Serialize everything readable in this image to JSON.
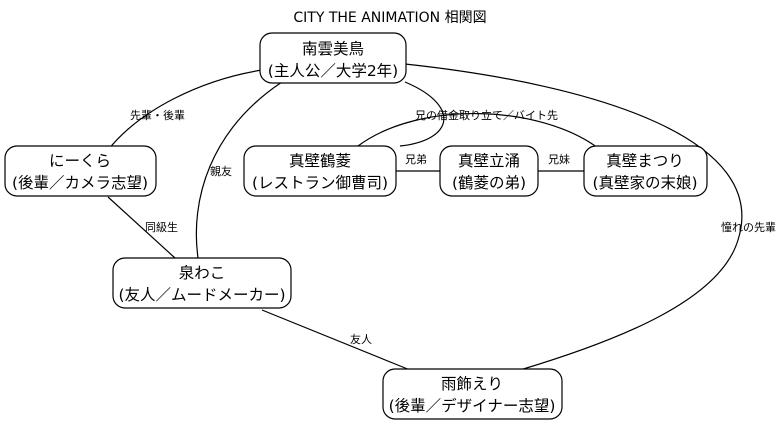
{
  "title": "CITY THE ANIMATION 相関図",
  "nodes": {
    "minagumo": {
      "line1": "南雲美鳥",
      "line2": "(主人公／大学2年)"
    },
    "nikura": {
      "line1": "にーくら",
      "line2": "(後輩／カメラ志望)"
    },
    "tsuruhishi": {
      "line1": "真壁鶴菱",
      "line2": "(レストラン御曹司)"
    },
    "ryuyu": {
      "line1": "真壁立涌",
      "line2": "(鶴菱の弟)"
    },
    "matsuri": {
      "line1": "真壁まつり",
      "line2": "(真壁家の末娘)"
    },
    "izumi": {
      "line1": "泉わこ",
      "line2": "(友人／ムードメーカー)"
    },
    "amakazari": {
      "line1": "雨飾えり",
      "line2": "(後輩／デザイナー志望)"
    }
  },
  "edges": {
    "senpai_kohai": "先輩・後輩",
    "shinyu": "親友",
    "kyodai": "兄弟",
    "kyomai": "兄妹",
    "dokyusei": "同級生",
    "yujin": "友人",
    "akogare": "憧れの先輩",
    "shakkin": "兄の借金取り立て／バイト先"
  }
}
